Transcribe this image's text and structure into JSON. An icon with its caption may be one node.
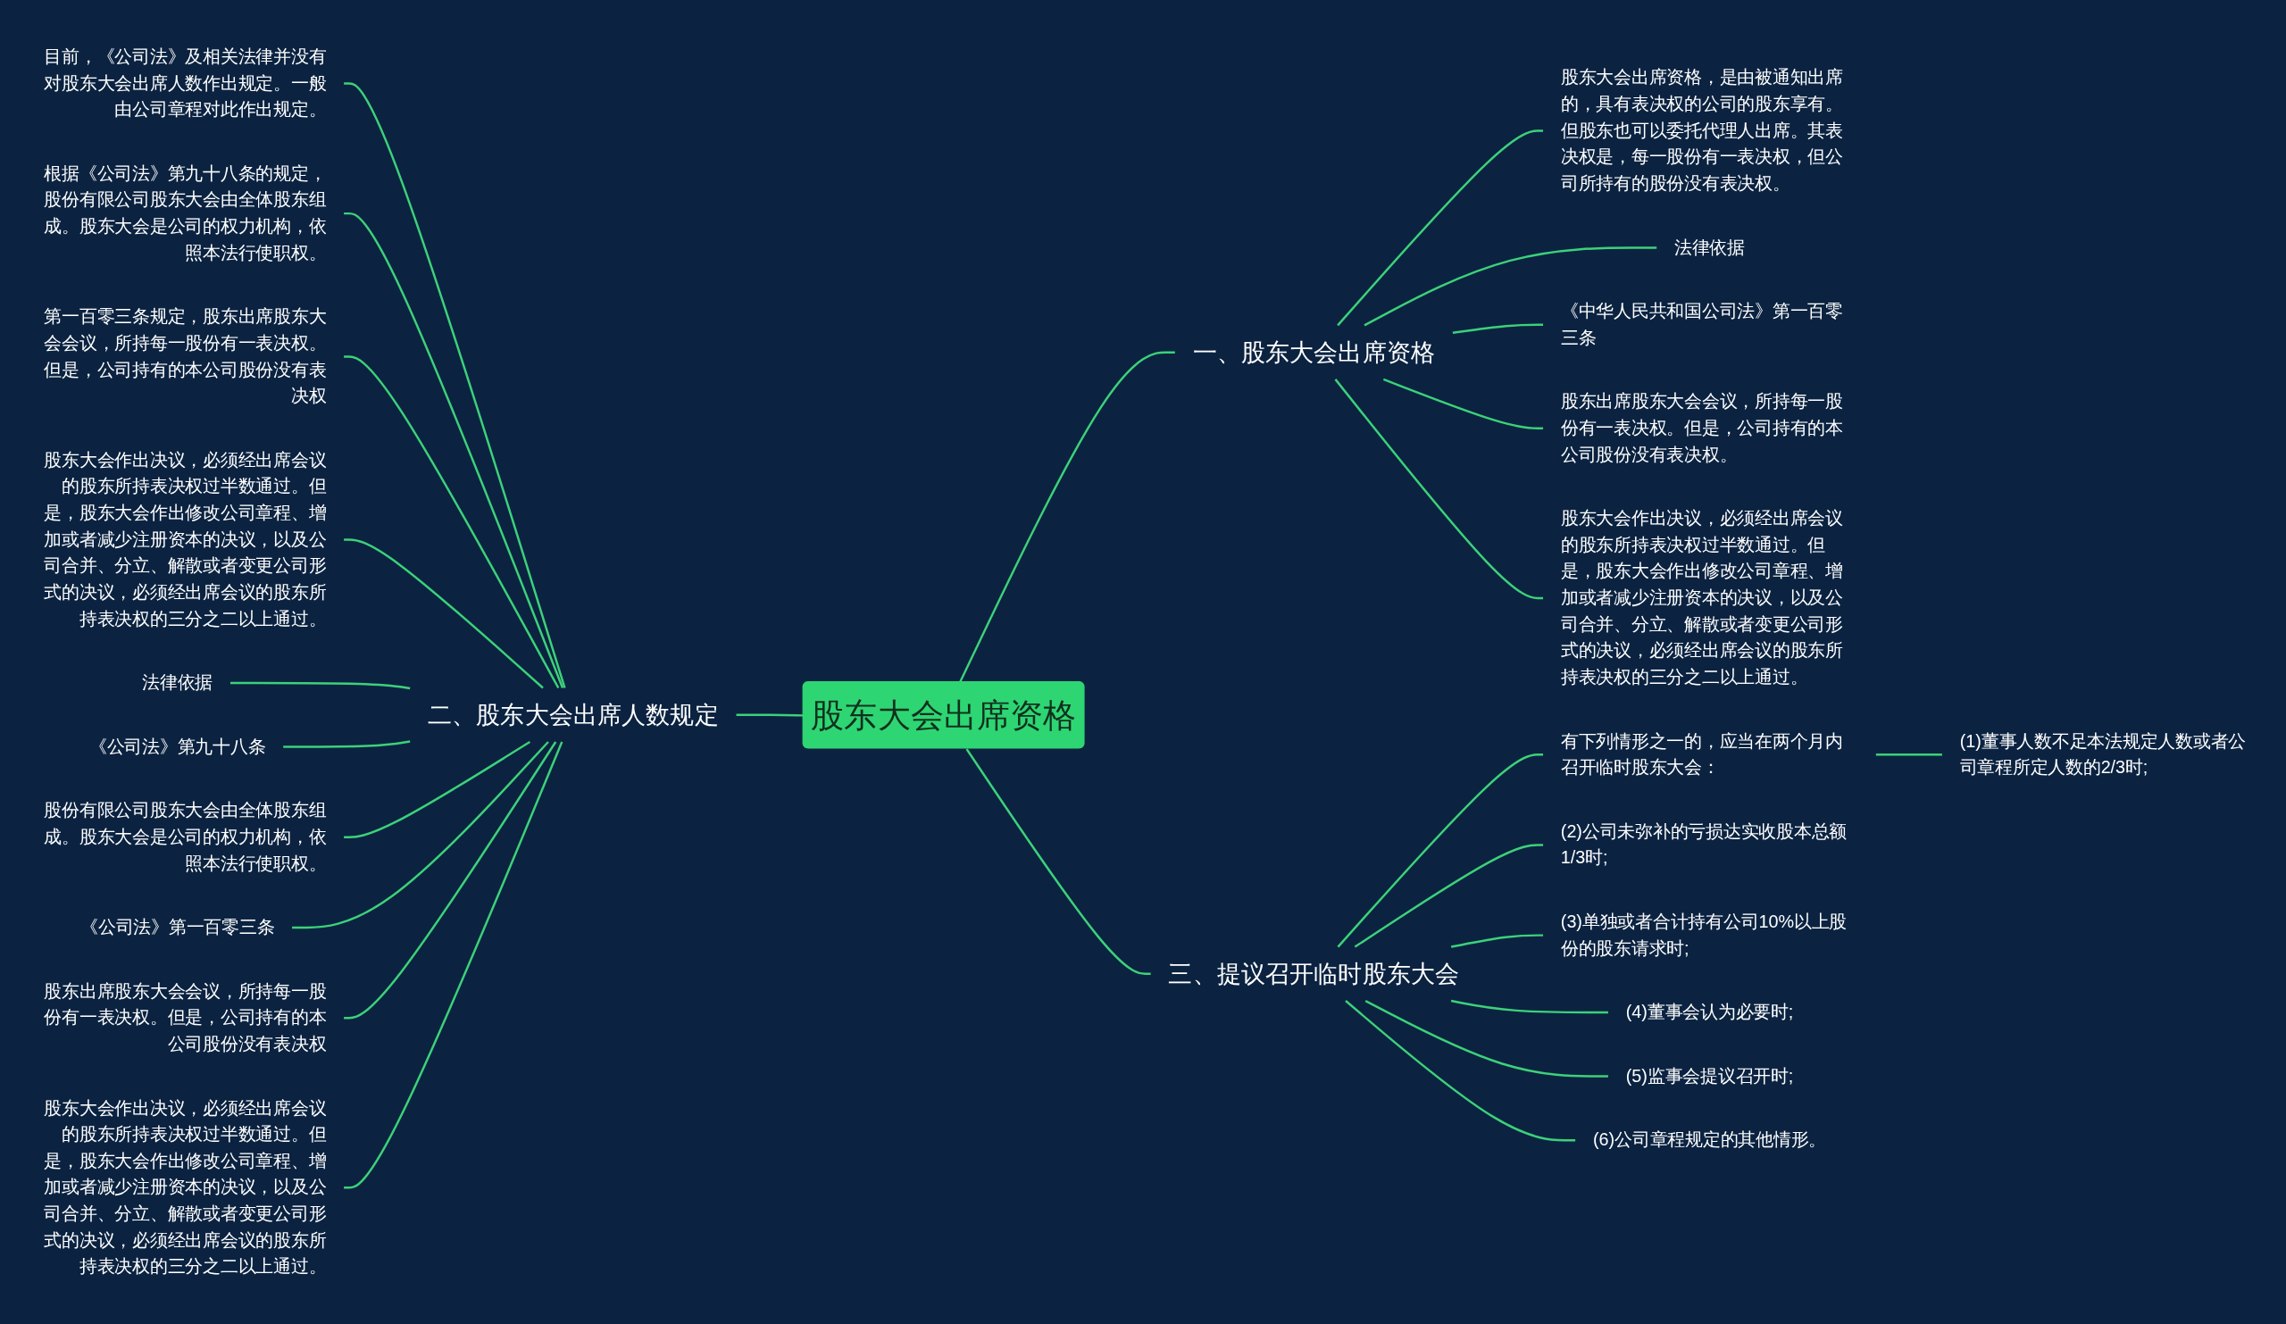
{
  "diagram": {
    "nodes": [
      {
        "text": [
          "股东大会出席资格"
        ]
      },
      {
        "text": [
          "一、股东大会出席资格"
        ]
      },
      {
        "text": [
          "股东大会出席资格，是由被通知出席的，具有表决权的公司的股东享有。但股东也可以委托代理人出席。其表决权是，每一股份有一表决权，但公司所持有的股份没有表决权。"
        ]
      },
      {
        "text": [
          "法律依据"
        ]
      },
      {
        "text": [
          "《中华人民共和国公司法》第一百零三条"
        ]
      },
      {
        "text": [
          "股东出席股东大会会议，所持每一股份有一表决权。但是，公司持有的本公司股份没有表决权。"
        ]
      },
      {
        "text": [
          "股东大会作出决议，必须经出席会议的股东所持表决权过半数通过。但是，股东大会作出修改公司章程、增加或者减少注册资本的决议，以及公司合并、分立、解散或者变更公司形式的决议，必须经出席会议的股东所持表决权的三分之二以上通过。"
        ]
      },
      {
        "text": [
          "二、股东大会出席人数规定"
        ]
      },
      {
        "text": [
          "目前，《公司法》及相关法律并没有对股东大会出席人数作出规定。一般由公司章程对此作出规定。"
        ]
      },
      {
        "text": [
          "根据《公司法》第九十八条的规定，股份有限公司股东大会由全体股东组成。股东大会是公司的权力机构，依照本法行使职权。"
        ]
      },
      {
        "text": [
          "第一百零三条规定，股东出席股东大会会议，所持每一股份有一表决权。但是，公司持有的本公司股份没有表决权"
        ]
      },
      {
        "text": [
          "股东大会作出决议，必须经出席会议的股东所持表决权过半数通过。但是，股东大会作出修改公司章程、增加或者减少注册资本的决议，以及公司合并、分立、解散或者变更公司形式的决议，必须经出席会议的股东所持表决权的三分之二以上通过。"
        ]
      },
      {
        "text": [
          "法律依据"
        ]
      },
      {
        "text": [
          "《公司法》第九十八条"
        ]
      },
      {
        "text": [
          "股份有限公司股东大会由全体股东组成。股东大会是公司的权力机构，依照本法行使职权。"
        ]
      },
      {
        "text": [
          "《公司法》第一百零三条"
        ]
      },
      {
        "text": [
          "股东出席股东大会会议，所持每一股份有一表决权。但是，公司持有的本公司股份没有表决权"
        ]
      },
      {
        "text": [
          "股东大会作出决议，必须经出席会议的股东所持表决权过半数通过。但是，股东大会作出修改公司章程、增加或者减少注册资本的决议，以及公司合并、分立、解散或者变更公司形式的决议，必须经出席会议的股东所持表决权的三分之二以上通过。"
        ]
      },
      {
        "text": [
          "三、提议召开临时股东大会"
        ]
      },
      {
        "text": [
          "有下列情形之一的，应当在两个月内召开临时股东大会："
        ]
      },
      {
        "text": [
          "(1)董事人数不足本法规定人数或者公司章程所定人数的2/3时;"
        ]
      },
      {
        "text": [
          "(2)公司未弥补的亏损达实收股本总额1/3时;"
        ]
      },
      {
        "text": [
          "(3)单独或者合计持有公司10%以上股份的股东请求时;"
        ]
      },
      {
        "text": [
          "(4)董事会认为必要时;"
        ]
      },
      {
        "text": [
          "(5)监事会提议召开时;"
        ]
      },
      {
        "text": [
          "(6)公司章程规定的其他情形。"
        ]
      }
    ],
    "edges": [
      {
        "from": 0,
        "to": 1,
        "arrow": "none"
      },
      {
        "from": 1,
        "to": 2,
        "arrow": "none"
      },
      {
        "from": 1,
        "to": 3,
        "arrow": "none"
      },
      {
        "from": 1,
        "to": 4,
        "arrow": "none"
      },
      {
        "from": 1,
        "to": 5,
        "arrow": "none"
      },
      {
        "from": 1,
        "to": 6,
        "arrow": "none"
      },
      {
        "from": 7,
        "to": 0,
        "arrow": "none"
      },
      {
        "from": 8,
        "to": 7,
        "arrow": "none"
      },
      {
        "from": 9,
        "to": 7,
        "arrow": "none"
      },
      {
        "from": 10,
        "to": 7,
        "arrow": "none"
      },
      {
        "from": 11,
        "to": 7,
        "arrow": "none"
      },
      {
        "from": 12,
        "to": 7,
        "arrow": "none"
      },
      {
        "from": 13,
        "to": 7,
        "arrow": "none"
      },
      {
        "from": 14,
        "to": 7,
        "arrow": "none"
      },
      {
        "from": 15,
        "to": 7,
        "arrow": "none"
      },
      {
        "from": 16,
        "to": 7,
        "arrow": "none"
      },
      {
        "from": 17,
        "to": 7,
        "arrow": "none"
      },
      {
        "from": 0,
        "to": 18,
        "arrow": "none"
      },
      {
        "from": 18,
        "to": 19,
        "arrow": "none"
      },
      {
        "from": 19,
        "to": 20,
        "arrow": "none"
      },
      {
        "from": 18,
        "to": 21,
        "arrow": "none"
      },
      {
        "from": 18,
        "to": 22,
        "arrow": "none"
      },
      {
        "from": 18,
        "to": 23,
        "arrow": "none"
      },
      {
        "from": 18,
        "to": 24,
        "arrow": "none"
      },
      {
        "from": 18,
        "to": 25,
        "arrow": "none"
      }
    ]
  }
}
